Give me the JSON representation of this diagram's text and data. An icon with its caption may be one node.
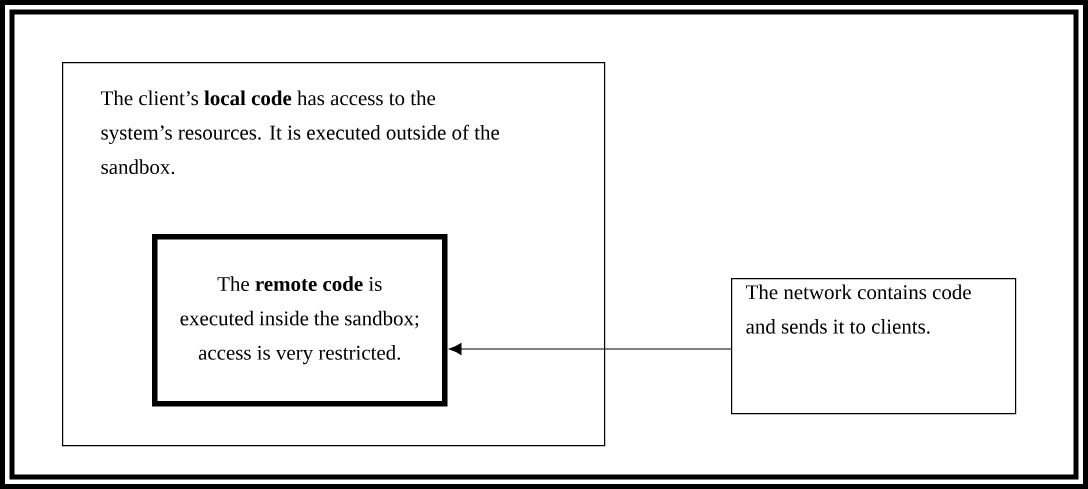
{
  "diagram": {
    "nodes": [
      {
        "text": [
          "The client’s **local code** has access to the system’s resources. It is executed outside of the sandbox."
        ]
      },
      {
        "text": [
          "The **remote code** is executed inside the sandbox; access is very restricted."
        ],
        "in": 0
      },
      {
        "text": [
          "The network contains code and sends it to clients."
        ]
      }
    ],
    "edges": [
      {
        "from": 2,
        "to": 1,
        "arrow": "to"
      }
    ]
  }
}
